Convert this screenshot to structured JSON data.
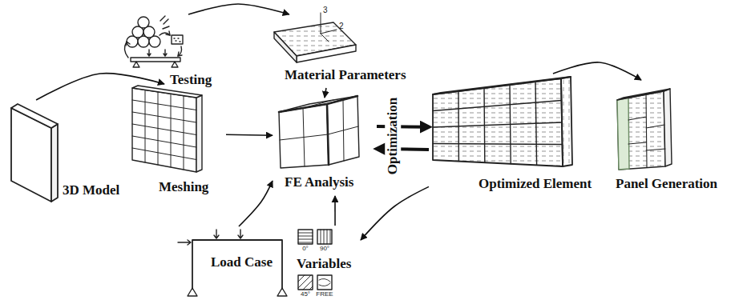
{
  "diagram": {
    "nodes": [
      {
        "text": [
          "Testing"
        ]
      },
      {
        "text": [
          "Material Parameters"
        ]
      },
      {
        "text": [
          "3D Model"
        ]
      },
      {
        "text": [
          "Meshing"
        ]
      },
      {
        "text": [
          "FE Analysis"
        ]
      },
      {
        "text": [
          "Optimized Element"
        ]
      },
      {
        "text": [
          "Panel Generation"
        ]
      },
      {
        "text": [
          "Load Case"
        ]
      },
      {
        "text": [
          "Variables"
        ]
      }
    ],
    "edges": [
      {
        "from": 0,
        "to": 1,
        "arrow": "to"
      },
      {
        "from": 2,
        "to": 3,
        "arrow": "to"
      },
      {
        "from": 3,
        "to": 4,
        "arrow": "to"
      },
      {
        "from": 1,
        "to": 4,
        "arrow": "to"
      },
      {
        "from": 4,
        "to": 5,
        "label": "Optimization",
        "arrow": "to"
      },
      {
        "from": 5,
        "to": 4,
        "arrow": "to"
      },
      {
        "from": 5,
        "to": 6,
        "arrow": "to"
      },
      {
        "from": 7,
        "to": 4,
        "arrow": "to"
      },
      {
        "from": 8,
        "to": 4,
        "arrow": "to"
      },
      {
        "from": 5,
        "to": 8,
        "arrow": "to"
      }
    ],
    "labels": [
      "3",
      "2",
      "0°",
      "90°",
      "45°",
      "FREE"
    ]
  }
}
